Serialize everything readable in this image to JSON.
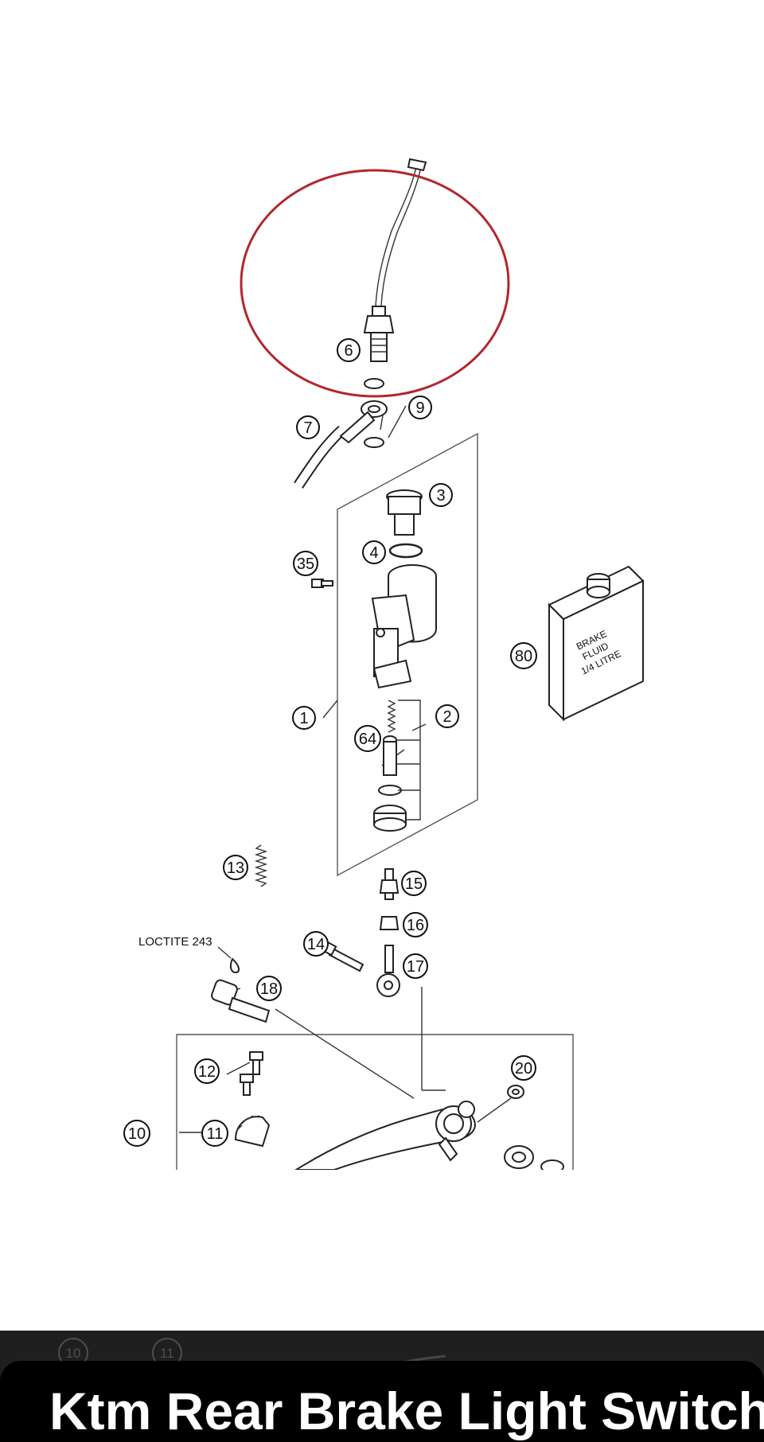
{
  "diagram": {
    "callouts": [
      "6",
      "7",
      "9",
      "3",
      "4",
      "35",
      "80",
      "1",
      "2",
      "64",
      "13",
      "15",
      "16",
      "14",
      "17",
      "18",
      "12",
      "20",
      "10",
      "11"
    ],
    "loctite_label": "LOCTITE 243",
    "fluid_label": [
      "BRAKE",
      "FLUID",
      "1/4 LITRE"
    ],
    "highlight_color": "#b3262e"
  },
  "bottom_strip": {
    "callouts": [
      "10",
      "11"
    ]
  },
  "caption": {
    "title": "Ktm Rear Brake Light Switch"
  }
}
